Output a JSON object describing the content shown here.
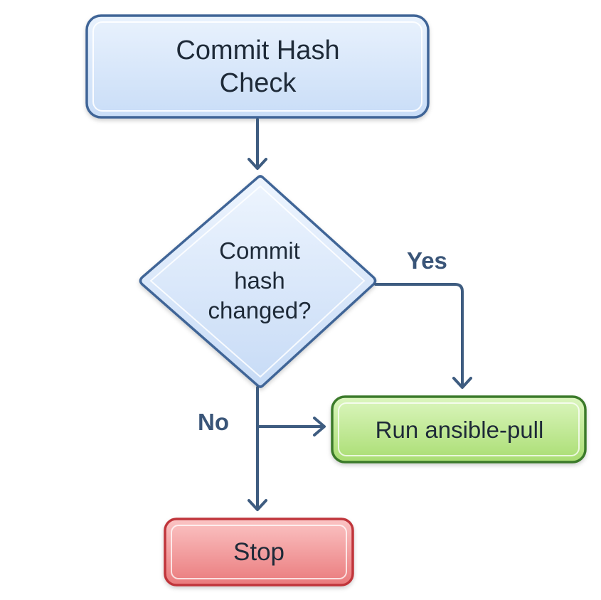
{
  "nodes": {
    "start": {
      "text": "Commit Hash\nCheck",
      "shape": "rounded-rectangle",
      "fill": "#d7e7fb",
      "stroke": "#3f6597"
    },
    "decision": {
      "text": "Commit\nhash\nchanged?",
      "shape": "diamond",
      "fill": "#d9e8fb",
      "stroke": "#3f6597"
    },
    "run": {
      "text": "Run ansible-pull",
      "shape": "rounded-rectangle",
      "fill": "#c4eb9c",
      "stroke": "#3b7a2a"
    },
    "stop": {
      "text": "Stop",
      "shape": "rounded-rectangle",
      "fill": "#f29b9b",
      "stroke": "#c0353a"
    }
  },
  "edges": {
    "start_to_decision": {
      "from": "start",
      "to": "decision",
      "label": ""
    },
    "decision_yes": {
      "from": "decision",
      "to": "run",
      "label": "Yes"
    },
    "decision_no": {
      "from": "decision",
      "to": "run",
      "label": "No"
    },
    "decision_to_stop": {
      "from": "decision",
      "to": "stop",
      "label": ""
    }
  },
  "colors": {
    "connector": "#3e5c80",
    "edge_label": "#3a5578",
    "text": "#1e2a38"
  }
}
